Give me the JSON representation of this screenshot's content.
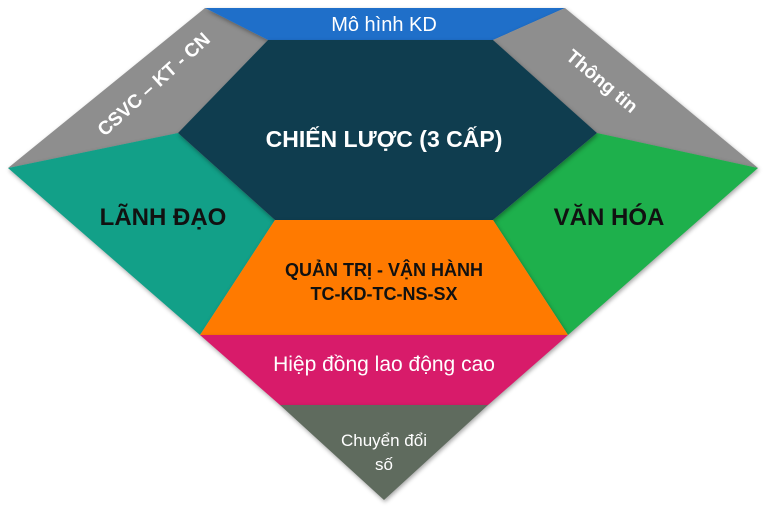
{
  "diagram": {
    "top": {
      "label": "Mô hình KD",
      "color": "#1f6fc9"
    },
    "upper_left": {
      "label": "CSVC – KT - CN",
      "color": "#8e8e8e"
    },
    "upper_right": {
      "label": "Thông tin",
      "color": "#8e8e8e"
    },
    "center": {
      "label": "CHIẾN LƯỢC (3 CẤP)",
      "color": "#0f3d4f"
    },
    "left": {
      "label": "LÃNH ĐẠO",
      "color": "#12a088"
    },
    "right": {
      "label": "VĂN HÓA",
      "color": "#1eb04c"
    },
    "middle": {
      "line1": "QUẢN TRỊ - VẬN HÀNH",
      "line2": "TC-KD-TC-NS-SX",
      "color": "#ff7a00"
    },
    "lower": {
      "label": "Hiệp đồng lao động cao",
      "color": "#d81b6a"
    },
    "bottom": {
      "line1": "Chuyển đổi",
      "line2": "số",
      "color": "#5f6b5e"
    }
  }
}
